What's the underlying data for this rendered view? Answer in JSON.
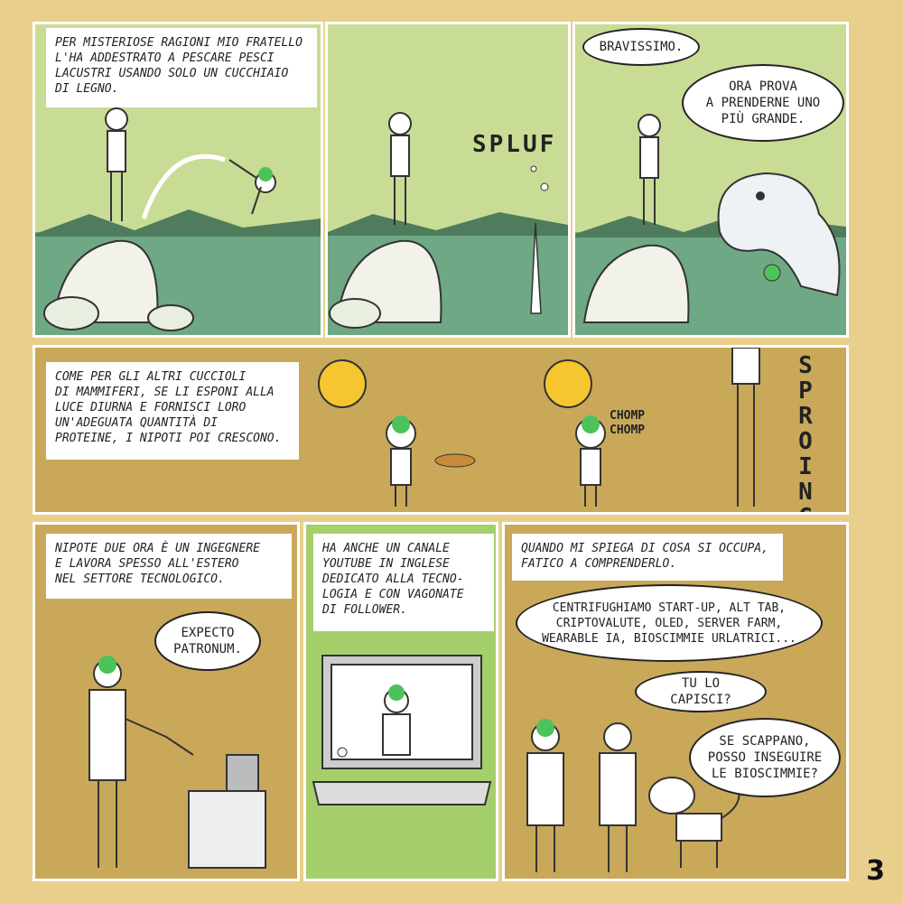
{
  "row1": {
    "panel1": {
      "caption": "PER MISTERIOSE RAGIONI MIO FRATELLO\nL'HA ADDESTRATO A PESCARE PESCI\nLACUSTRI USANDO SOLO UN CUCCHIAIO\nDI LEGNO."
    },
    "panel2": {
      "sfx": "SPLUF"
    },
    "panel3": {
      "bubble1": "BRAVISSIMO.",
      "bubble2": "ORA PROVA\nA PRENDERNE UNO\nPIÙ GRANDE."
    }
  },
  "row2": {
    "caption": "COME PER GLI ALTRI CUCCIOLI\nDI MAMMIFERI, SE LI ESPONI ALLA\nLUCE DIURNA E FORNISCI LORO\nUN'ADEGUATA QUANTITÀ DI\nPROTEINE, I NIPOTI POI CRESCONO.",
    "sfx_chomp": "CHOMP\nCHOMP",
    "sfx_sproing": "SPROING"
  },
  "row3": {
    "panel1": {
      "caption": "NIPOTE DUE ORA È UN INGEGNERE\nE LAVORA SPESSO ALL'ESTERO\nNEL SETTORE TECNOLOGICO.",
      "bubble": "EXPECTO\nPATRONUM."
    },
    "panel2": {
      "caption": "HA ANCHE UN CANALE\nYOUTUBE IN INGLESE\nDEDICATO ALLA TECNO-\nLOGIA E CON VAGONATE\nDI FOLLOWER."
    },
    "panel3": {
      "caption": "QUANDO MI SPIEGA DI COSA SI OCCUPA,\nFATICO A COMPRENDERLO.",
      "bubble1": "CENTRIFUGHIAMO START-UP, ALT TAB,\nCRIPTOVALUTE, OLED, SERVER FARM,\nWEARABLE IA, BIOSCIMMIE URLATRICI...",
      "bubble2": "TU LO CAPISCI?",
      "bubble3": "SE SCAPPANO,\nPOSSO INSEGUIRE\nLE BIOSCIMMIE?"
    }
  },
  "page_number": "3",
  "colors": {
    "page": "#e9cf8c",
    "sky": "#c9dc95",
    "lake": "#6fa884",
    "ochre": "#c9a85a",
    "green": "#a5cf6a",
    "hair": "#4cc35a"
  }
}
